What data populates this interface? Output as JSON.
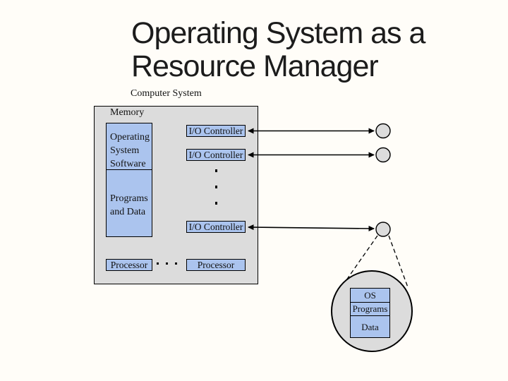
{
  "slide": {
    "title_line1": "Operating System as a",
    "title_line2": "Resource Manager",
    "caption": "Computer System"
  },
  "diagram": {
    "memory_label": "Memory",
    "memory_sections": {
      "os_software": "Operating System Software",
      "programs_data": "Programs and Data"
    },
    "io_controllers": [
      "I/O Controller",
      "I/O Controller",
      "I/O Controller"
    ],
    "processors": [
      "Processor",
      "Processor"
    ],
    "magnifier_rows": [
      "OS",
      "Programs",
      "Data"
    ]
  },
  "colors": {
    "box_fill": "#abc4ee",
    "panel_fill": "#dcdcdc",
    "line": "#000000",
    "background": "#fffdf8"
  }
}
